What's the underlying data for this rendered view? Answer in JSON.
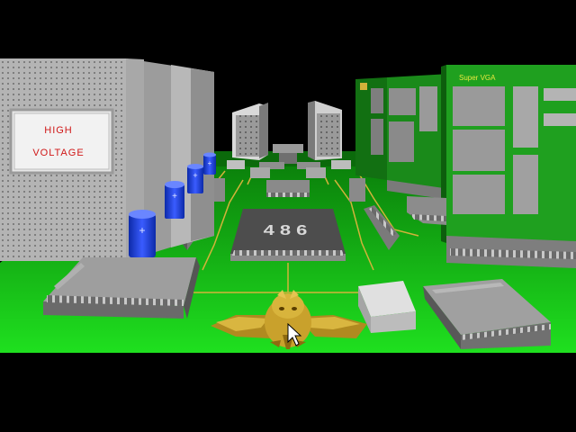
{
  "scene": {
    "warning_sign": {
      "line1": "HIGH",
      "line2": "VOLTAGE"
    },
    "cpu_chip": {
      "label": "486"
    },
    "video_card": {
      "label": "Super VGA"
    }
  },
  "colors": {
    "board_green": "#17d617",
    "board_dark": "#0a9e0a",
    "trace_gold": "#d2b33a",
    "chip_gray": "#8c8c8c",
    "capacitor_blue": "#1e3fd6",
    "sign_red": "#d01818",
    "card_green": "#1a8f1a"
  },
  "icons": {
    "cursor": "arrow-pointer-icon",
    "player": "golden-bird-icon"
  }
}
